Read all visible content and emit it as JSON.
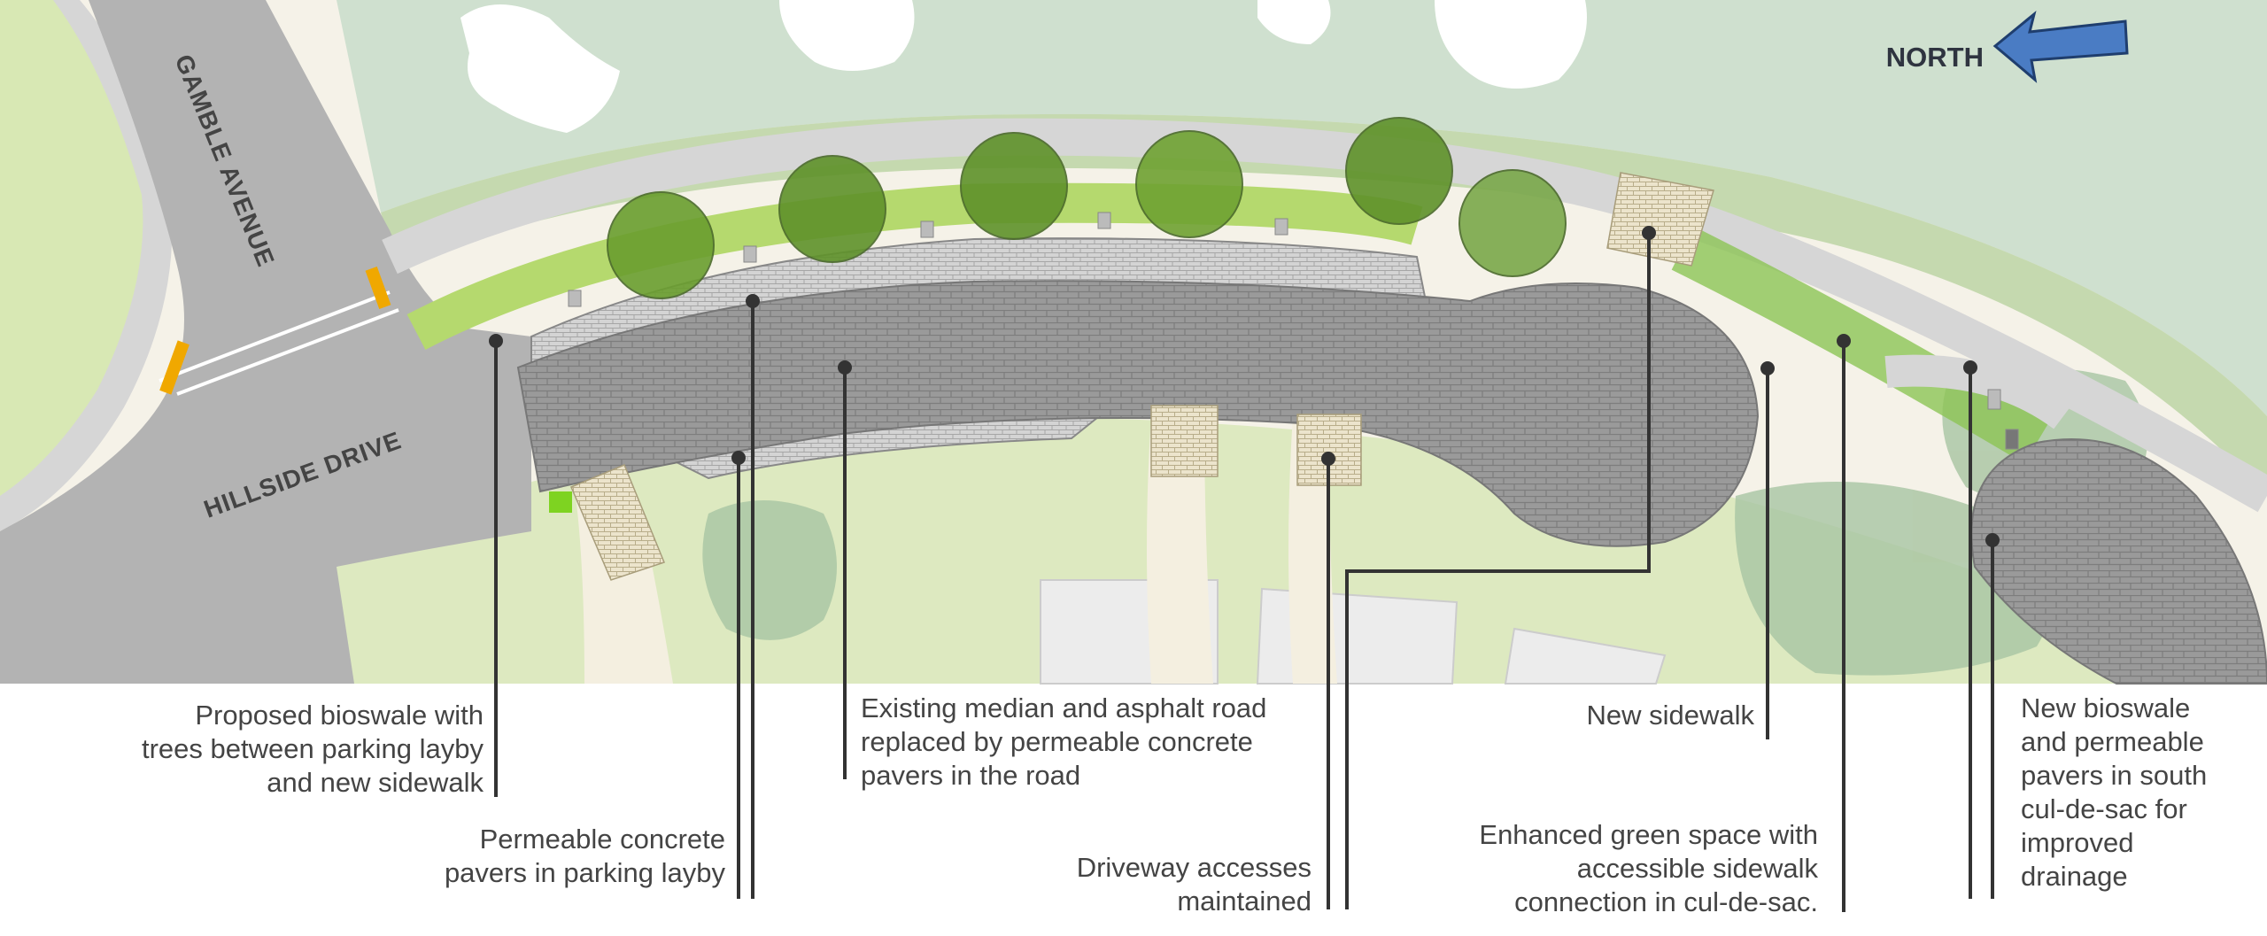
{
  "streets": {
    "gamble": "GAMBLE AVENUE",
    "hillside": "HILLSIDE DRIVE"
  },
  "north_label": "NORTH",
  "colors": {
    "road": "#b3b3b3",
    "pavers": "#9a9a9a",
    "layby_pavers": "#d4d4d4",
    "sidewalk": "#d9d9d9",
    "bioswale": "#b5d96e",
    "grass": "#c9e4a6",
    "tree": "#6a9e2e",
    "tree_canopy": "#a9c4a9",
    "driveway": "#ece4cc",
    "north_arrow": "#4a7cc4",
    "callout_line": "#333333",
    "label_text": "#444444"
  },
  "callouts": {
    "bioswale": "Proposed bioswale with\ntrees between parking layby\nand new sidewalk",
    "layby": "Permeable concrete\npavers in parking layby",
    "median": "Existing median and asphalt road\nreplaced by permeable concrete\npavers in the road",
    "driveway": "Driveway accesses\nmaintained",
    "sidewalk": "New sidewalk",
    "green": "Enhanced green space with\naccessible sidewalk\nconnection in cul-de-sac.",
    "south": "New bioswale\nand permeable\npavers in south\ncul-de-sac for\nimproved\ndrainage"
  }
}
